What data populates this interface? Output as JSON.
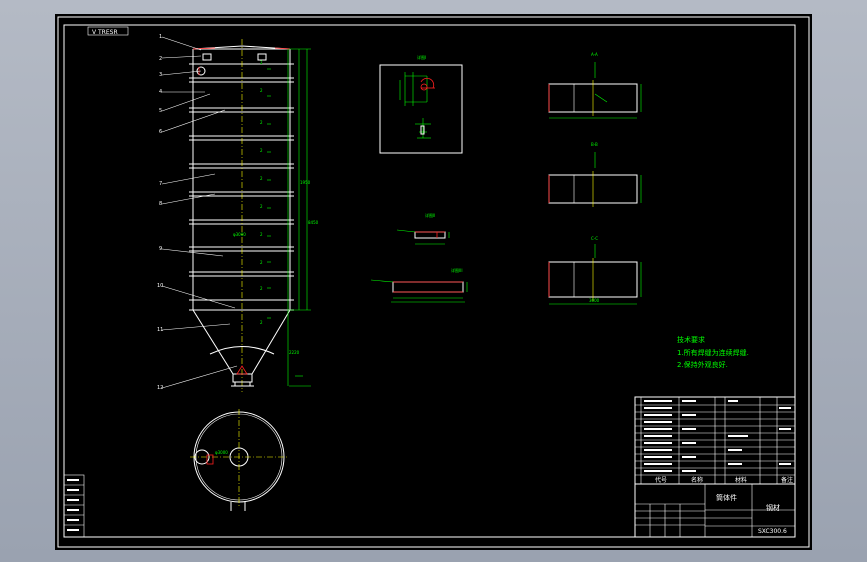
{
  "drawing": {
    "view_label": "V TRESR",
    "tech_title": "技术要求",
    "tech_notes": [
      "1.所有焊缝为连续焊缝.",
      "2.保持外观良好."
    ],
    "title_block": {
      "col_code": "代号",
      "col_name": "名称",
      "col_material": "材料",
      "col_remark": "备注",
      "part_name": "筒体件",
      "material": "钢材",
      "drawing_no": "SXC300.6"
    },
    "balloons": [
      "1",
      "2",
      "3",
      "4",
      "5",
      "6",
      "7",
      "8",
      "9",
      "10",
      "11",
      "12"
    ]
  },
  "colors": {
    "frame": "#ffffff",
    "annotation": "#00ff00",
    "highlight": "#ff2020",
    "centerline": "#ffff00"
  }
}
